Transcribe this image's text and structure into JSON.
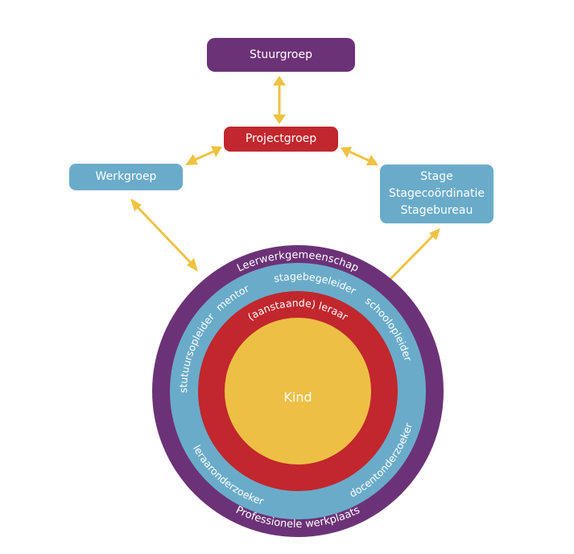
{
  "colors": {
    "purple": "#6c3277",
    "red": "#c1272d",
    "blue": "#6aabc9",
    "yellow": "#eebf45",
    "arrow": "#eec243"
  },
  "boxes": {
    "stuurgroep": "Stuurgroep",
    "projectgroep": "Projectgroep",
    "werkgroep": "Werkgroep",
    "stage": [
      "Stage",
      "Stagecoördinatie",
      "Stagebureau"
    ]
  },
  "rings": {
    "outer_top": "Leerwerkgemeenschap",
    "outer_bottom": "Professionele werkplaats",
    "blue": {
      "mentor": "mentor",
      "stagebegeleider": "stagebegeleider",
      "schoolopleider": "schoolopleider",
      "docentonderzoeker": "docentonderzoeker",
      "leraaronderzoeker": "leraaronderzoeker",
      "instituutsopleider": "instutuursopleider"
    },
    "red_top": "(aanstaande) leraar",
    "center": "Kind"
  }
}
